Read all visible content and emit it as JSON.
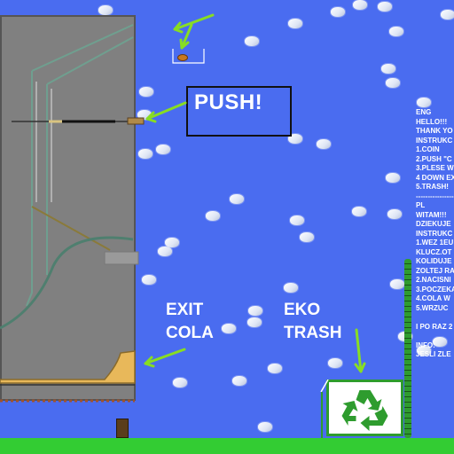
{
  "signs": {
    "push": "PUSH!",
    "exit_line1": "EXIT",
    "exit_line2": "COLA",
    "eko_line1": "EKO",
    "eko_line2": "TRASH"
  },
  "info_panel": {
    "lines": [
      "ENG",
      "HELLO!!!",
      "THANK YO",
      "INSTRUKC",
      "1.COIN",
      "2.PUSH \"C",
      "3.PLESE W",
      "4 DOWN EX",
      "5.TRASH!",
      "----------------",
      "PL",
      "WITAM!!!",
      "DZIEKUJE",
      "INSTRUKC",
      "1.WEZ 1EU",
      "KLUCZ.OT",
      "KOLIDUJE",
      "ZOLTEJ RA",
      "2.NACISNI",
      "3.POCZEKA",
      "4.COLA W",
      "5.WRZUC",
      "",
      "I PO RAZ 2",
      "",
      "INFO:",
      "JESLI ZLE"
    ]
  },
  "icons": {
    "recycle": "recycle-icon",
    "coin": "coin-icon",
    "arrows": "arrow-icon"
  },
  "colors": {
    "sky": "#4a6cf0",
    "ground": "#33cc33",
    "machine": "#808080",
    "arrow": "#88dd22",
    "recycle": "#2e9c2e",
    "tray": "#e8b85a"
  }
}
